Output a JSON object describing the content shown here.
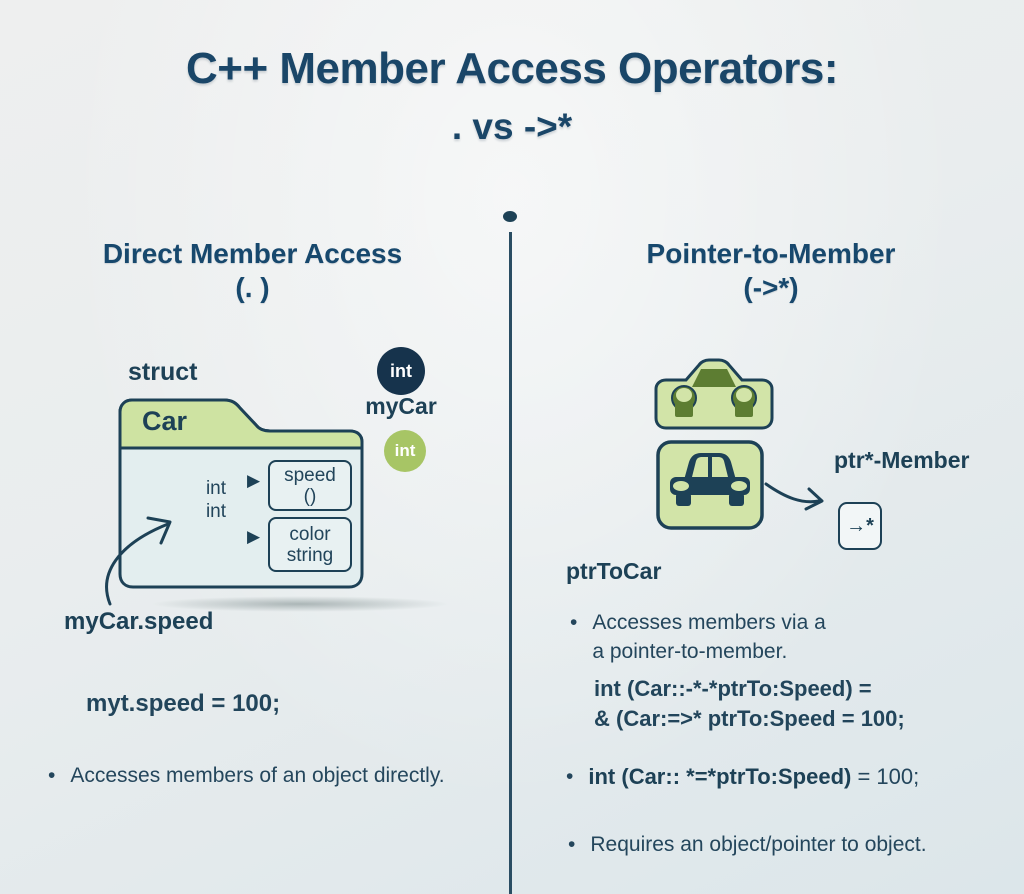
{
  "colors": {
    "navy": "#1d4156",
    "title_navy": "#1a4668",
    "heading_navy": "#17486d",
    "body_text": "#24465c",
    "badge_navy": "#16334c",
    "badge_green": "#a7c565",
    "folder_tab_green": "#cee3a2",
    "folder_body": "#e3eeef",
    "car_icon_green": "#d2e4a8",
    "windshield_olive": "#5d7d32"
  },
  "title": {
    "line1": "C++ Member Access Operators:",
    "line2": ". vs ->*"
  },
  "left": {
    "heading": "Direct Member Access",
    "operator": "(. )",
    "struct_label": "struct",
    "folder": {
      "name": "Car",
      "field_types": [
        "int",
        "int"
      ],
      "members": [
        {
          "line1": "speed",
          "line2": "()"
        },
        {
          "line1": "color",
          "line2": "string"
        }
      ]
    },
    "badge_navy_text": "int",
    "object_name": "myCar",
    "badge_green_text": "int",
    "access_label": "myCar.speed",
    "code": "myt.speed = 100;",
    "bullet1": "Accesses members of an object directly."
  },
  "right": {
    "heading": "Pointer-to-Member",
    "operator": "(->*)",
    "pointer_label": "ptr*-Member",
    "operator_box": "→*",
    "object_name": "ptrToCar",
    "bullet1_line1": "Accesses members via a",
    "bullet1_line2": "a pointer-to-member.",
    "code1_kw": "int",
    "code1_rest": " (Car::-*-*ptrTo:Speed) =",
    "code2": "& (Car:=>* ptrTo:Speed = 100;",
    "bullet2_kw": "int",
    "bullet2_mid": " (Car:: *=*ptrTo:Speed)",
    "bullet2_tail": " = 100;",
    "bullet3": "Requires an object/pointer to object."
  },
  "glyphs": {
    "bullet": "•",
    "member_arrow": "▶"
  }
}
